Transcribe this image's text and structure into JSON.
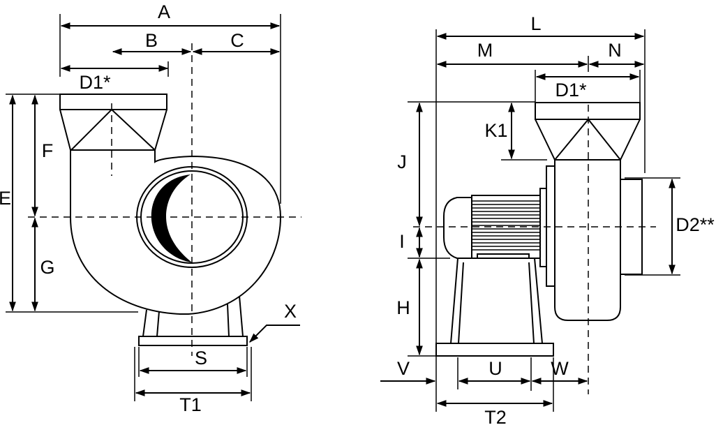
{
  "front_view": {
    "labels": {
      "A": "A",
      "B": "B",
      "C": "C",
      "D1": "D1*",
      "E": "E",
      "F": "F",
      "G": "G",
      "S": "S",
      "T1": "T1",
      "X": "X"
    }
  },
  "side_view": {
    "labels": {
      "L": "L",
      "M": "M",
      "N": "N",
      "D1": "D1*",
      "K1": "K1",
      "J": "J",
      "I": "I",
      "H": "H",
      "D2": "D2**",
      "V": "V",
      "U": "U",
      "W": "W",
      "T2": "T2"
    }
  }
}
